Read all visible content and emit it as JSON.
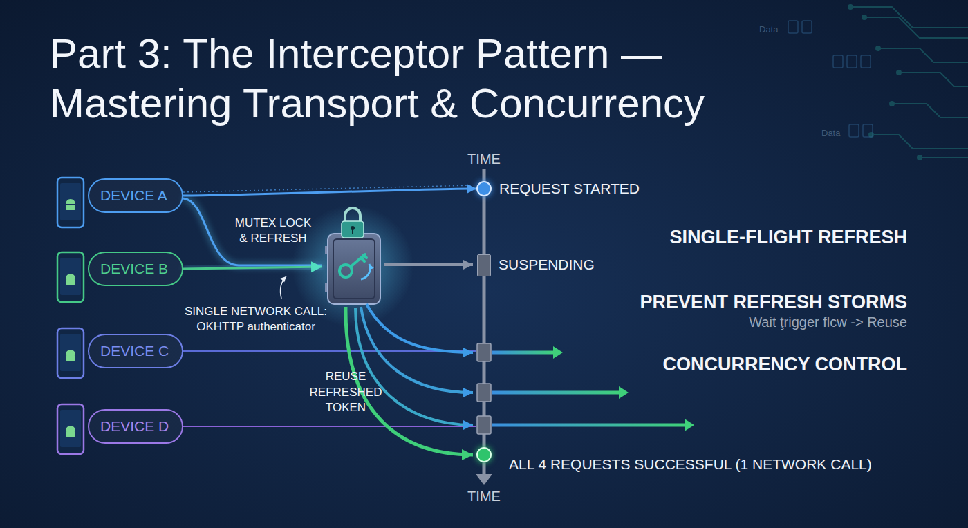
{
  "diagram": {
    "title": "Part 3: The Interceptor Pattern — Mastering Transport & Concurrency",
    "nodes": [
      {
        "text": [
          "DEVICE A"
        ]
      },
      {
        "text": [
          "DEVICE B"
        ]
      },
      {
        "text": [
          "DEVICE C"
        ]
      },
      {
        "text": [
          "DEVICE D"
        ]
      },
      {
        "text": [
          "REQUEST STARTED"
        ]
      },
      {
        "text": [
          "SUSPENDING"
        ]
      },
      {
        "text": [
          "ALL 4 REQUESTS SUCCESSFUL (1 NETWORK CALL)"
        ]
      }
    ],
    "edges": [
      {
        "from": 0,
        "to": 4,
        "arrow": "to"
      }
    ],
    "labels": [
      "TIME",
      "TIME",
      "MUTEX LOCK & REFRESH",
      "SINGLE NETWORK CALL: OKHTTP authenticator",
      "REUSE REFRESHED TOKEN",
      "SINGLE-FLIGHT REFRESH",
      "PREVENT REFRESH STORMS",
      "Wait ţrigger flcw -> Reuse",
      "CONCURRENCY CONTROL",
      "Data",
      "Data"
    ]
  }
}
